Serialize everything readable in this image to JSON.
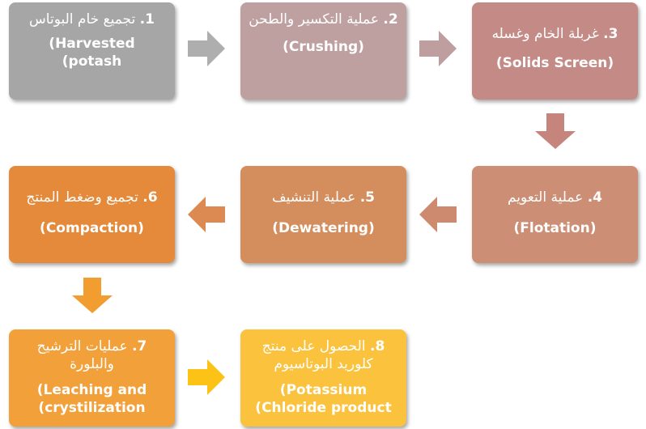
{
  "steps": [
    {
      "num": "1.",
      "ar": "تجميع خام البوتاس",
      "en_lines": [
        "Harvested)",
        "potash)"
      ],
      "color": "#a6a6a6"
    },
    {
      "num": "2.",
      "ar": "عملية التكسير والطحن",
      "en_lines": [
        "(Crushing)"
      ],
      "color": "#bfa0a1"
    },
    {
      "num": "3.",
      "ar": "غربلة الخام وغسله",
      "en_lines": [
        "(Solids Screen)"
      ],
      "color": "#c48b86"
    },
    {
      "num": "4.",
      "ar": "عملية التعويم",
      "en_lines": [
        "(Flotation)"
      ],
      "color": "#cc8f76"
    },
    {
      "num": "5.",
      "ar": "عملية التنشيف",
      "en_lines": [
        "(Dewatering)"
      ],
      "color": "#d48d5d"
    },
    {
      "num": "6.",
      "ar": "تجميع وضغط المنتج",
      "en_lines": [
        "(Compaction)"
      ],
      "color": "#e48a3a"
    },
    {
      "num": "7.",
      "ar": "عمليات الترشيح والبلورة",
      "en_lines": [
        "Leaching and)",
        "crystilization)"
      ],
      "color": "#f2a03a"
    },
    {
      "num": "8.",
      "ar": "الحصول على منتج كلوريد البوتاسيوم",
      "en_lines": [
        "Potassium)",
        "Chloride product)"
      ],
      "color": "#fbc23d"
    }
  ],
  "arrow_colors": {
    "a12": "#aeaeae",
    "a23": "#bf9ea0",
    "a34": "#c6857c",
    "a45": "#ce8a6e",
    "a56": "#dc8a52",
    "a67": "#f29d2f",
    "a78": "#fcc316"
  }
}
